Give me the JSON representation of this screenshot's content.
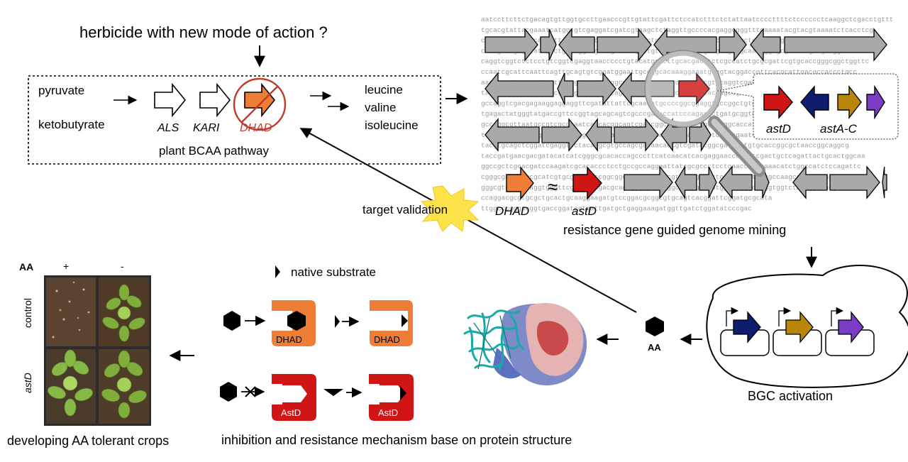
{
  "pathway": {
    "question": "herbicide with new mode of action ?",
    "substrates": [
      "pyruvate",
      "ketobutyrate"
    ],
    "enzymes": [
      "ALS",
      "KARI",
      "DHAD"
    ],
    "products": [
      "leucine",
      "valine",
      "isoleucine"
    ],
    "caption": "plant BCAA pathway"
  },
  "genome": {
    "cluster_genes": [
      "astD",
      "astA-C"
    ],
    "equivalence": {
      "left": "DHAD",
      "symbol": "≈",
      "right": "astD"
    },
    "caption": "resistance gene guided genome mining",
    "sequence_lines": [
      "aatccttcttctgacagtgttggtgccttgaacccgttgtattcgattctccatctttctctattaatccccttttctcccccctcaaggctcgacctgtttcattcccca",
      "tgcacgtattacgaaatcatggcgtcgaggatcgatcgtaagctctaggttgccccacgaggcgggtttgaaaatacgtacgtaaaatctcacctcg",
      "cgctgctcccgtgcagctttagaaaagacaaacactcgaaactactgtgcgtccgcagcctaccgctccctggcgcgtacaagtgccgacggac",
      "cttcgattgtggtattgcctgctaggtcgcatgcatctgactgtacaagcatcttgaagccgatgcaactggcgcgtacaagtcgacggaaac",
      "caggtcggtctctcctgtcggtcgaggtaaccccctgtacatgcacttgcacgacctctcgccatctgcgcgattcgtgcaccgggcggctggttc",
      "ccaatcgcattcaattcagttgcagtgtcggatggaattgccggcacaaaggaaatgaggtacggaccgttcacgcattgacgccaccctgcc",
      "aacttgagtgcggcgtcgttcatgctgcatcgggcgagttccccgggtcgttgcacgtccaggtcgaccctgctgaacccgtcgaacgcgatc",
      "tagcgctgtgtgcatcggcgggtgtggtccaacaggcccacaagtacgccggcgctacgagccgaccggggtcgagcgcaagcccgcgccc",
      "gccaggtcgacgagaaggaggaggttcgatattattcgcaacatgccccggcggaggtgccggctgtgcgatgcgtcgacctccatgggtac",
      "tgagactatgggtatgaccgttccggtagcagcagtcgcccgagaccatcccagaagctgatgcggtgcctgcctgcatgcgcccgaaagtcg",
      "gccaggcgttaatgccgtcgcggaatcaccacggcagtcgatcggcgcccatacgggtacggcaccatcacgtcccgccagcacgcgcccat",
      "tcgcgtatcaatgcgatacatcgaggcgcgggaagcatgcgaccatgggcgagagcttctgacgaatcggaggcgcctcagggaccctgac",
      "tacgtgcagctcggatcgaggtcctacaagcgtgccagcgacaacaccgtcgatccggcgatccatgtgcaccggcgctaaccggcaggcg",
      "taccgatgaacgacgatacatcatcgggcgcacaccagcccttcatcaacatcacgaggaacccctgtcgactgctcagattactgcactggcaa",
      "ggccgctcgcacgatccaagatcgcacaccctcctgccgccaggaattatcgcgccctcctgaacccatcaaacatctggccatctccagattc",
      "cgggcgaaacagcgcatcgtgcgacacaccggcggcgaagcgaaggcgtcgaggctgctgatcgccatggcgccaagcgccaggaagtc",
      "gggcgtcgcccaaggtgggttcgccccgcgacgcagcgggcgtcaaggcgctcgtcgatggaccgggctgggtggtctagcggcaacgca",
      "ccaggacgcgtgcgctgcactgcaaggaagatgtccggacgcggcgtgcagtcacggattcggatgcgcata",
      "ttggcccgggacggtgaccggatcgtgattgatgctgaggaaagatggttgatctggatatcccgac"
    ]
  },
  "activation": {
    "caption": "BGC activation",
    "compound": "AA"
  },
  "mechanism": {
    "legend": "native substrate",
    "enzyme_labels": [
      "DHAD",
      "DHAD",
      "AstD",
      "AstD"
    ],
    "caption": "inhibition and resistance mechanism base on protein structure"
  },
  "validation": {
    "label": "target validation"
  },
  "plants": {
    "header": "AA",
    "columns": [
      "+",
      "-"
    ],
    "rows": [
      "control",
      "astD"
    ],
    "caption": "developing AA tolerant crops"
  },
  "colors": {
    "dhad": "#ee7d35",
    "astd": "#d01515",
    "navy": "#0f1d6e",
    "gold": "#b8860b",
    "purple": "#7a3cc4",
    "gene_gray": "#a9a9a9",
    "forbid": "#c0392b",
    "burst": "#fce34a"
  }
}
